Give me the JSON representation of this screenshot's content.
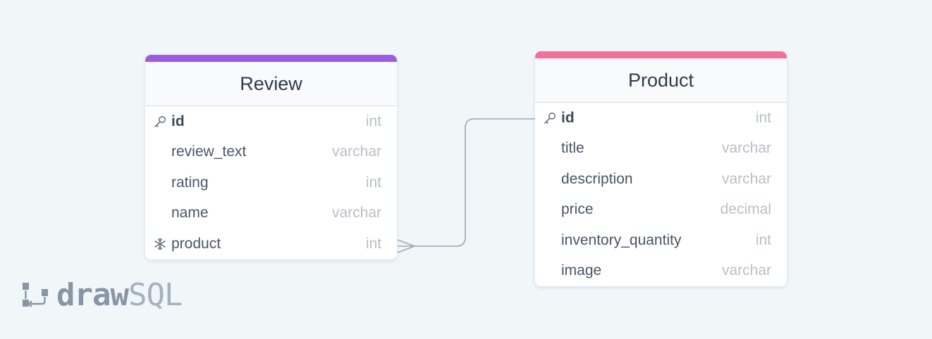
{
  "colors": {
    "background": "#f1f6f9",
    "review_accent": "#9a5de0",
    "product_accent": "#f2709a",
    "connector": "#9aa7b8"
  },
  "tables": {
    "review": {
      "name": "Review",
      "columns": [
        {
          "name": "id",
          "type": "int",
          "icon": "key-icon",
          "primary": true
        },
        {
          "name": "review_text",
          "type": "varchar"
        },
        {
          "name": "rating",
          "type": "int"
        },
        {
          "name": "name",
          "type": "varchar"
        },
        {
          "name": "product",
          "type": "int",
          "icon": "snowflake-icon"
        }
      ]
    },
    "product": {
      "name": "Product",
      "columns": [
        {
          "name": "id",
          "type": "int",
          "icon": "key-icon",
          "primary": true
        },
        {
          "name": "title",
          "type": "varchar"
        },
        {
          "name": "description",
          "type": "varchar"
        },
        {
          "name": "price",
          "type": "decimal"
        },
        {
          "name": "inventory_quantity",
          "type": "int"
        },
        {
          "name": "image",
          "type": "varchar"
        }
      ]
    }
  },
  "relationship": {
    "from": "Review.product",
    "to": "Product.id",
    "cardinality": "many-to-one"
  },
  "logo": {
    "bold": "draw",
    "light": "SQL"
  }
}
